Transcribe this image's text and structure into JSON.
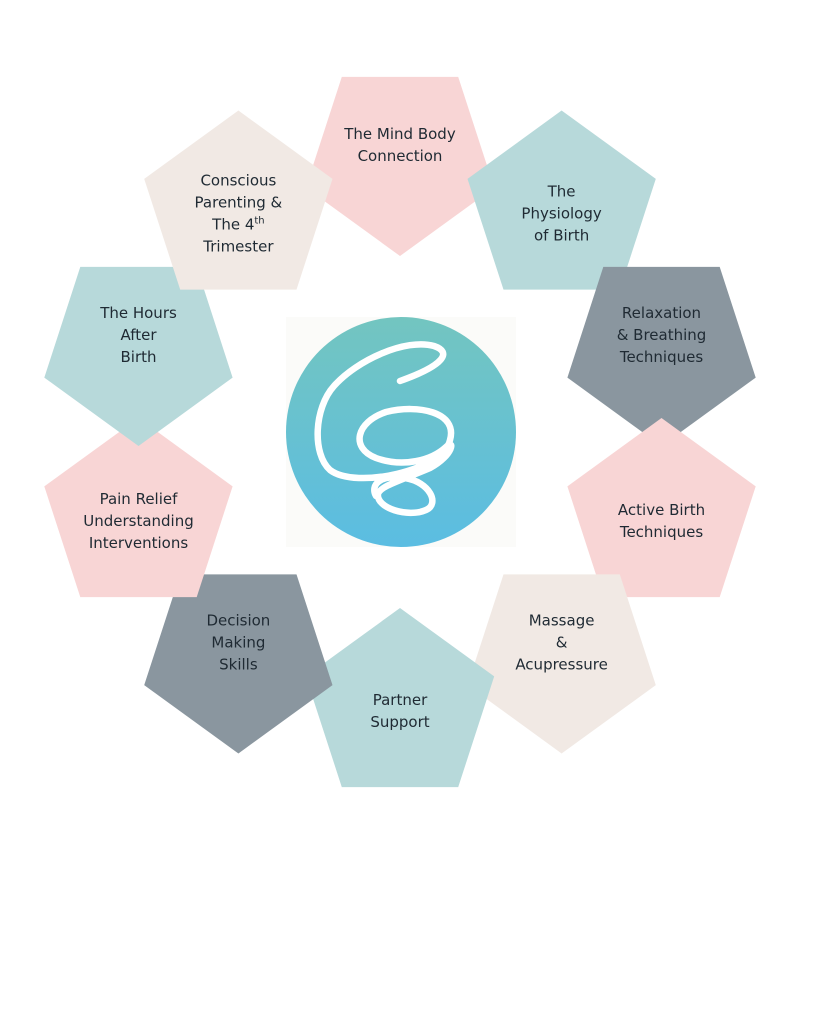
{
  "diagram": {
    "center_logo": "spiral-logo",
    "colors": {
      "pink": "#f8d5d5",
      "teal": "#b7d9da",
      "slate": "#8a969f",
      "cream": "#f1e9e4",
      "logo_top": "#73c5c0",
      "logo_bottom": "#5bbde2",
      "text": "#1f2a33"
    },
    "segments": [
      {
        "id": "mind-body",
        "lines": [
          "The Mind Body",
          "Connection"
        ],
        "color": "pink"
      },
      {
        "id": "physiology",
        "lines": [
          "The",
          "Physiology",
          "of Birth"
        ],
        "color": "teal"
      },
      {
        "id": "relaxation",
        "lines": [
          "Relaxation",
          "& Breathing",
          "Techniques"
        ],
        "color": "slate"
      },
      {
        "id": "active-birth",
        "lines": [
          "Active Birth",
          "Techniques"
        ],
        "color": "pink"
      },
      {
        "id": "massage",
        "lines": [
          "Massage",
          "&",
          "Acupressure"
        ],
        "color": "cream"
      },
      {
        "id": "partner-support",
        "lines": [
          "Partner",
          "Support"
        ],
        "color": "teal"
      },
      {
        "id": "decision-making",
        "lines": [
          "Decision",
          "Making",
          "Skills"
        ],
        "color": "slate"
      },
      {
        "id": "pain-relief",
        "lines": [
          "Pain Relief",
          "Understanding",
          "Interventions"
        ],
        "color": "pink"
      },
      {
        "id": "hours-after",
        "lines": [
          "The Hours",
          "After",
          "Birth"
        ],
        "color": "teal"
      },
      {
        "id": "conscious-parenting",
        "lines": [
          "Conscious",
          "Parenting &",
          "The 4|th",
          "Trimester"
        ],
        "color": "cream"
      }
    ]
  }
}
